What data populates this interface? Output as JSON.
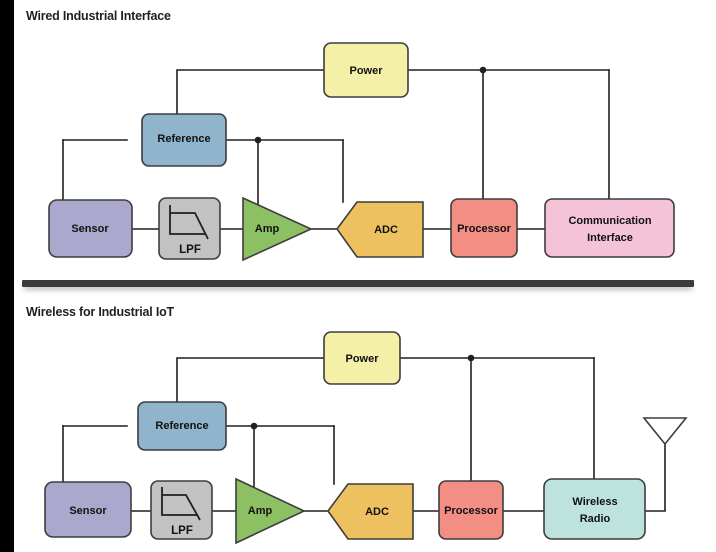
{
  "figure": {
    "left_strip_color": "#000000",
    "background": "#ffffff",
    "divider_color": "#3b3b3b"
  },
  "panels": [
    {
      "id": "wired",
      "title": "Wired Industrial Interface",
      "nodes": [
        {
          "id": "sensor",
          "label": "Sensor",
          "shape": "rounded-rect",
          "color": "#aaa9cd"
        },
        {
          "id": "lpf",
          "label": "LPF",
          "shape": "filter-icon",
          "color": "#c2c2c2"
        },
        {
          "id": "amp",
          "label": "Amp",
          "shape": "triangle",
          "color": "#8cc063"
        },
        {
          "id": "adc",
          "label": "ADC",
          "shape": "pentagon",
          "color": "#edc160"
        },
        {
          "id": "processor",
          "label": "Processor",
          "shape": "rounded-rect",
          "color": "#f28e83"
        },
        {
          "id": "comm",
          "label": "Communication Interface",
          "label_line1": "Communication",
          "label_line2": "Interface",
          "shape": "rounded-rect",
          "color": "#f4c3d8"
        },
        {
          "id": "reference",
          "label": "Reference",
          "shape": "rounded-rect",
          "color": "#8fb4cb"
        },
        {
          "id": "power",
          "label": "Power",
          "shape": "rounded-rect",
          "color": "#f4f0a8"
        }
      ],
      "connections": [
        "sensor-to-lpf",
        "lpf-to-amp",
        "amp-to-adc",
        "adc-to-processor",
        "processor-to-comm",
        "reference-to-sensor",
        "reference-to-amp",
        "reference-to-adc",
        "power-to-reference",
        "power-to-processor",
        "power-to-comm"
      ]
    },
    {
      "id": "wireless",
      "title": "Wireless for Industrial IoT",
      "nodes": [
        {
          "id": "sensor",
          "label": "Sensor",
          "shape": "rounded-rect",
          "color": "#aaa9cd"
        },
        {
          "id": "lpf",
          "label": "LPF",
          "shape": "filter-icon",
          "color": "#c2c2c2"
        },
        {
          "id": "amp",
          "label": "Amp",
          "shape": "triangle",
          "color": "#8cc063"
        },
        {
          "id": "adc",
          "label": "ADC",
          "shape": "pentagon",
          "color": "#edc160"
        },
        {
          "id": "processor",
          "label": "Processor",
          "shape": "rounded-rect",
          "color": "#f28e83"
        },
        {
          "id": "radio",
          "label": "Wireless Radio",
          "label_line1": "Wireless",
          "label_line2": "Radio",
          "shape": "rounded-rect",
          "color": "#bee3de"
        },
        {
          "id": "reference",
          "label": "Reference",
          "shape": "rounded-rect",
          "color": "#8fb4cb"
        },
        {
          "id": "power",
          "label": "Power",
          "shape": "rounded-rect",
          "color": "#f4f0a8"
        },
        {
          "id": "antenna",
          "label": "",
          "shape": "antenna",
          "color": "#ffffff"
        }
      ],
      "connections": [
        "sensor-to-lpf",
        "lpf-to-amp",
        "amp-to-adc",
        "adc-to-processor",
        "processor-to-radio",
        "radio-to-antenna",
        "reference-to-sensor",
        "reference-to-amp",
        "reference-to-adc",
        "power-to-reference",
        "power-to-processor",
        "power-to-radio"
      ]
    }
  ]
}
